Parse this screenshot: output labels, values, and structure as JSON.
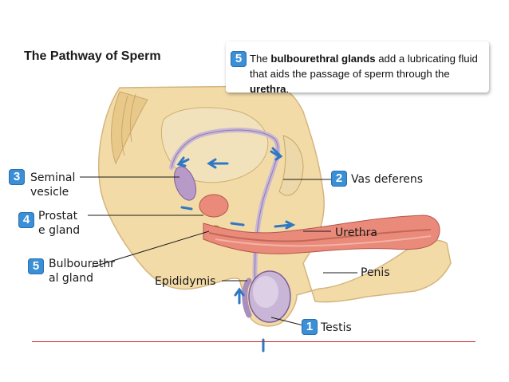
{
  "title": "The Pathway of Sperm",
  "callout": {
    "step": "5",
    "prefix": "The ",
    "term1": "bulbourethral glands",
    "middle": " add a lubricating fluid that aids the passage of sperm through the ",
    "term2": "urethra",
    "suffix": "."
  },
  "labels": {
    "seminal_vesicle": {
      "step": "3",
      "line1": "Seminal",
      "line2": "vesicle"
    },
    "prostate_gland": {
      "step": "4",
      "line1": "Prostat",
      "line2": "e gland"
    },
    "bulbourethral_gland": {
      "step": "5",
      "line1": "Bulbourethr",
      "line2": "al gland"
    },
    "vas_deferens": {
      "step": "2",
      "text": "Vas deferens"
    },
    "urethra": {
      "text": "Urethra"
    },
    "penis": {
      "text": "Penis"
    },
    "epididymis": {
      "text": "Epididymis"
    },
    "testis": {
      "step": "1",
      "text": "Testis"
    }
  },
  "colors": {
    "badge": "#3a8fd6",
    "rule": "#c0282d",
    "skin": "#f3dba8",
    "tissue_pink": "#e98a7a",
    "duct": "#c9b6d6",
    "arrow": "#2f78c4"
  }
}
